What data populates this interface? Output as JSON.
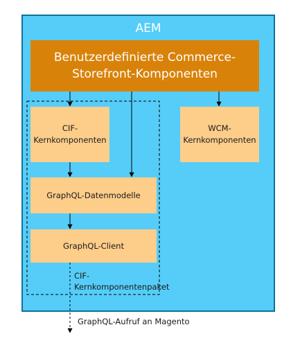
{
  "aem": {
    "title": "AEM"
  },
  "custom_components": {
    "line1": "Benutzerdefinierte Commerce-",
    "line2": "Storefront-Komponenten"
  },
  "cif_core": {
    "line1": "CIF-",
    "line2": "Kernkomponenten"
  },
  "wcm_core": {
    "line1": "WCM-",
    "line2": "Kernkomponenten"
  },
  "graphql_models": {
    "label": "GraphQL-Datenmodelle"
  },
  "graphql_client": {
    "label": "GraphQL-Client"
  },
  "cif_package": {
    "line1": "CIF-",
    "line2": "Kernkomponentenpaket"
  },
  "magento_call": {
    "label": "GraphQL-Aufruf an Magento"
  },
  "colors": {
    "aem_background": "#55cdf8",
    "custom_box": "#d9820a",
    "component_box": "#fdcd8a"
  }
}
